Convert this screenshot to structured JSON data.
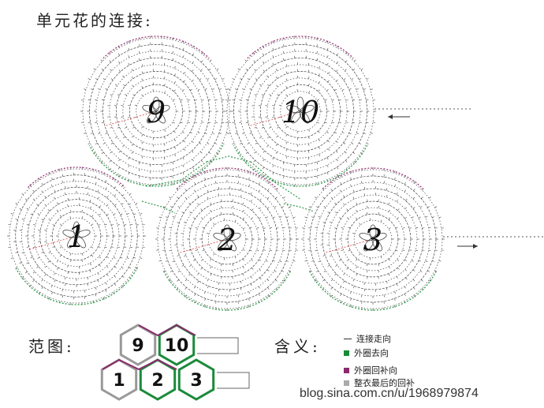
{
  "title": "单元花的连接:",
  "motifs": [
    {
      "label": "9"
    },
    {
      "label": "10"
    },
    {
      "label": "1"
    },
    {
      "label": "2"
    },
    {
      "label": "3"
    }
  ],
  "small_map_label": "范图:",
  "small_map_cells": [
    {
      "label": "9"
    },
    {
      "label": "10"
    },
    {
      "label": "1"
    },
    {
      "label": "2"
    },
    {
      "label": "3"
    }
  ],
  "legend_title": "含义:",
  "legend": [
    {
      "text": "连接走向",
      "color": "#333333",
      "shape": "line"
    },
    {
      "text": "外圈去向",
      "color": "#1a8a3a",
      "shape": "square"
    },
    {
      "text": "外圈回补向",
      "color": "#8b2a6b",
      "shape": "square"
    },
    {
      "text": "整衣最后的回补",
      "color": "#aaaaaa",
      "shape": "square"
    }
  ],
  "watermark": "blog.sina.com.cn/u/1968979874",
  "colors": {
    "stitch": "#444444",
    "join_green": "#2e9a4a",
    "join_purple": "#9a3a7a",
    "red_start": "#e04040"
  }
}
